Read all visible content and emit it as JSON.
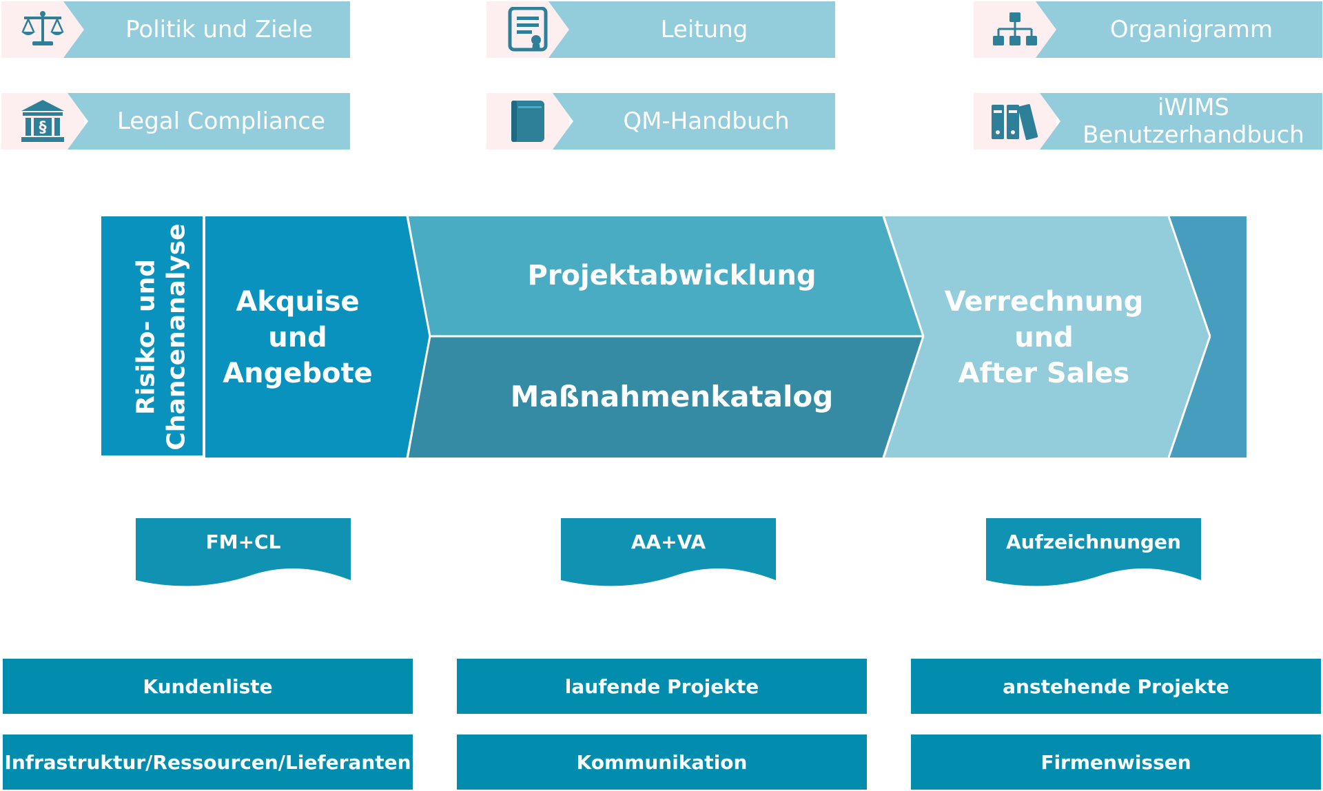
{
  "colors": {
    "nav_bg": "#93cddc",
    "icon_bg": "#fdeef0",
    "icon": "#2e7f98",
    "side": "#0892bd",
    "proj": "#4aacc3",
    "mass": "#358ba3",
    "verr": "#93cddc",
    "end": "#469dbe",
    "box": "#028daf"
  },
  "nav": {
    "politik": {
      "label": "Politik und Ziele",
      "icon": "scales-icon"
    },
    "leitung": {
      "label": "Leitung",
      "icon": "certificate-icon"
    },
    "organigramm": {
      "label": "Organigramm",
      "icon": "org-chart-icon"
    },
    "legal": {
      "label": "Legal Compliance",
      "icon": "courthouse-icon"
    },
    "qm": {
      "label": "QM-Handbuch",
      "icon": "book-icon"
    },
    "iwims": {
      "label_line1": "iWIMS",
      "label_line2": "Benutzerhandbuch",
      "icon": "binders-icon"
    }
  },
  "process": {
    "risiko_line1": "Risiko- und",
    "risiko_line2": "Chancenanalyse",
    "akquise_line1": "Akquise und",
    "akquise_line2": "Angebote",
    "projekt": "Projektabwicklung",
    "massnahmen": "Maßnahmenkatalog",
    "verrechnung_line1": "Verrechnung und",
    "verrechnung_line2": "After Sales"
  },
  "documents": [
    "FM+CL",
    "AA+VA",
    "Aufzeichnungen"
  ],
  "boxes": {
    "row1": [
      "Kundenliste",
      "laufende Projekte",
      "anstehende Projekte"
    ],
    "row2": [
      "Infrastruktur/Ressourcen/Lieferanten",
      "Kommunikation",
      "Firmenwissen"
    ]
  }
}
